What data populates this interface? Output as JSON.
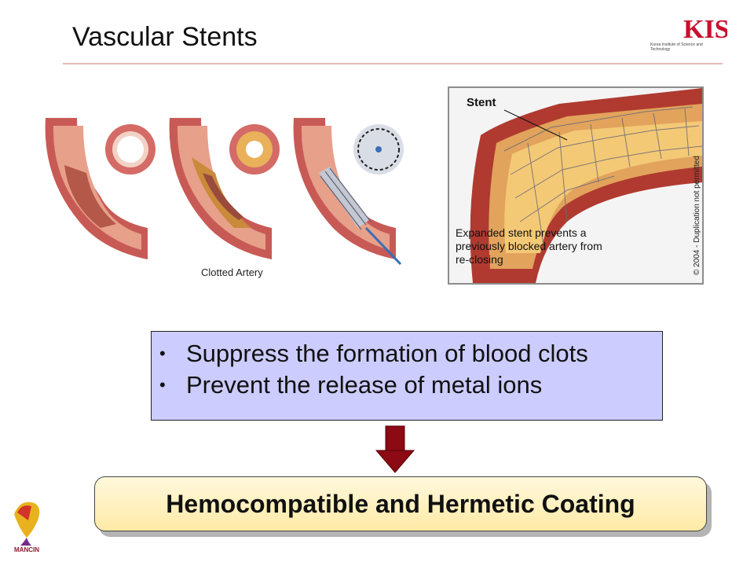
{
  "slide": {
    "title": "Vascular Stents",
    "logo_text": "KIST",
    "logo_subtitle": "Korea Institute of Science and Technology",
    "left_figure_caption": "Clotted Artery",
    "right_figure": {
      "label_stent": "Stent",
      "label_body": "Expanded stent prevents a previously blocked artery from re-closing",
      "copyright": "© 2004 - Duplication not permitted"
    },
    "bullets": [
      "Suppress the formation of blood clots",
      "Prevent the release of metal ions"
    ],
    "banner_text": "Hemocompatible and Hermetic Coating",
    "footer_logo_text": "MANCIN"
  },
  "colors": {
    "bullets_box_bg": "#ccccff",
    "banner_bg": "#ffeaa6",
    "arrow": "#8b0a14",
    "title_rule": "#e3bcb7",
    "logo_red": "#c8102e"
  }
}
